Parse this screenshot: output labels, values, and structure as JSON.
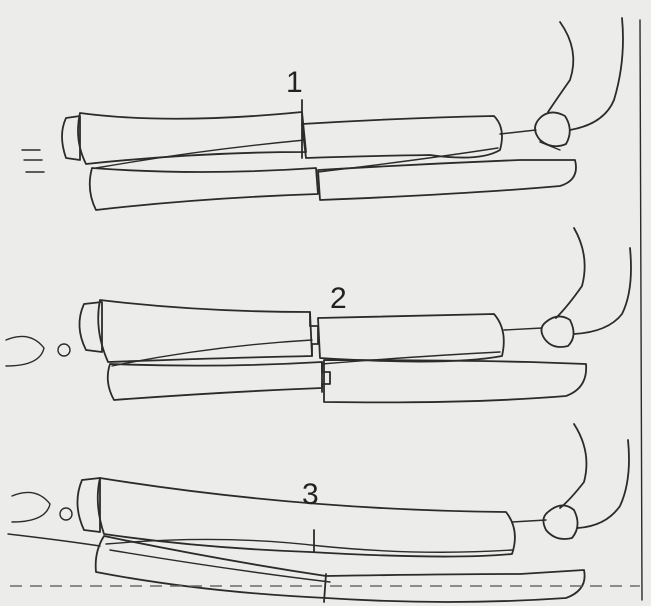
{
  "figure": {
    "stages": [
      {
        "label": "1"
      },
      {
        "label": "2"
      },
      {
        "label": "3"
      }
    ]
  }
}
